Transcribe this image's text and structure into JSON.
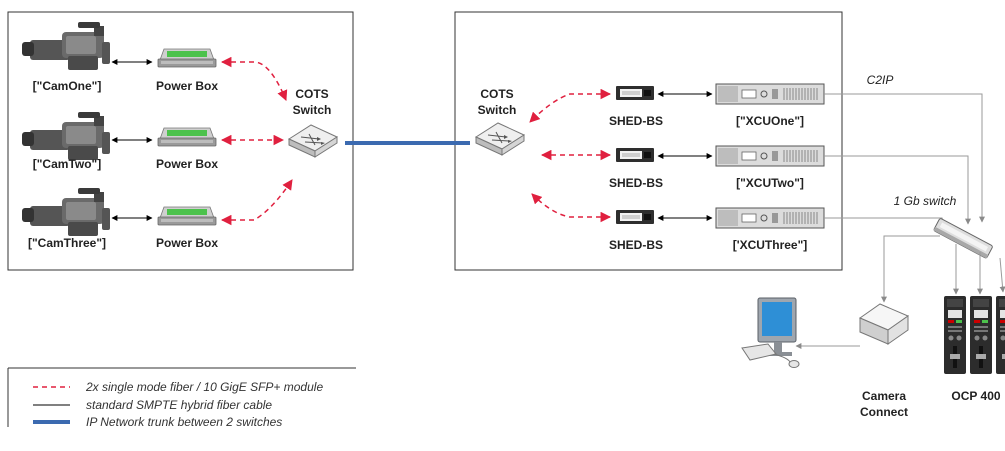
{
  "labels": {
    "cam1": "[\"CamOne\"]",
    "cam2": "[\"CamTwo\"]",
    "cam3": "[\"CamThree\"]",
    "pb1": "Power Box",
    "pb2": "Power Box",
    "pb3": "Power Box",
    "cots_left_1": "COTS",
    "cots_left_2": "Switch",
    "cots_right_1": "COTS",
    "cots_right_2": "Switch",
    "shed1": "SHED-BS",
    "shed2": "SHED-BS",
    "shed3": "SHED-BS",
    "xcu1": "[\"XCUOne\"]",
    "xcu2": "[\"XCUTwo\"]",
    "xcu3": "['XCUThree\"]",
    "c2ip": "C2IP",
    "gb_switch": "1 Gb switch",
    "camconnect_1": "Camera",
    "camconnect_2": "Connect",
    "ocp": "OCP 400"
  },
  "legend": [
    {
      "style": "dashed-red",
      "text": "2x single mode fiber / 10 GigE SFP+ module"
    },
    {
      "style": "thin-black",
      "text": "standard SMPTE hybrid fiber cable"
    },
    {
      "style": "thick-blue",
      "text": "IP Network trunk between 2 switches"
    }
  ],
  "colors": {
    "fiber": "#e0203f",
    "trunk": "#3b6ab0",
    "smpte": "#000000",
    "control": "#9a9a9a",
    "led_green": "#4cc24c"
  }
}
